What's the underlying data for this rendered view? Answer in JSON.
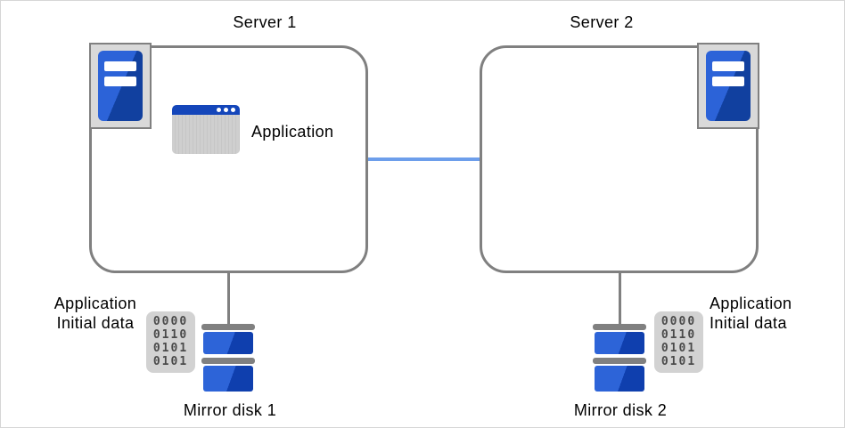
{
  "labels": {
    "server1": "Server 1",
    "server2": "Server 2",
    "application": "Application",
    "mirror_disk1": "Mirror disk 1",
    "mirror_disk2": "Mirror disk 2",
    "initial_data_line1": "Application",
    "initial_data_line2": "Initial data"
  },
  "binary_data": {
    "rows": [
      "0000",
      "0110",
      "0101",
      "0101"
    ]
  },
  "icons": {
    "server_tower": "server-tower-icon",
    "application_window": "application-window-icon",
    "mirror_disk": "mirror-disk-icon",
    "binary_data": "binary-data-icon"
  },
  "colors": {
    "box_border": "#808080",
    "network_link_blue": "#6d9eeb",
    "icon_blue_light": "#2d64d8",
    "icon_blue_dark": "#0f3fae",
    "titlebar_blue": "#1446ba",
    "icon_gray_bg": "#d9d9d9",
    "data_icon_bg": "#d2d2d2",
    "digit_color": "#4a4a4a"
  }
}
